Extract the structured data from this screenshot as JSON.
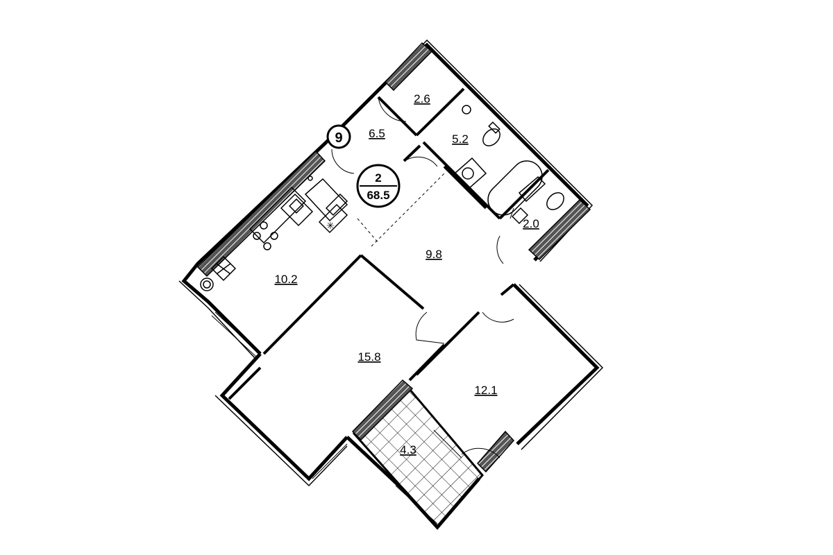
{
  "floor_number": "9",
  "apartment": {
    "rooms": "2",
    "total_area": "68.5"
  },
  "rooms": [
    {
      "id": "storage",
      "area": "2.6"
    },
    {
      "id": "hall",
      "area": "6.5"
    },
    {
      "id": "bathroom",
      "area": "5.2"
    },
    {
      "id": "toilet",
      "area": "2.0"
    },
    {
      "id": "corridor",
      "area": "9.8"
    },
    {
      "id": "kitchen",
      "area": "10.2"
    },
    {
      "id": "living-room",
      "area": "15.8"
    },
    {
      "id": "bedroom",
      "area": "12.1"
    },
    {
      "id": "balcony",
      "area": "4.3"
    }
  ],
  "colors": {
    "wall": "#000000",
    "external-wall-fill": "#666666",
    "background": "#ffffff"
  }
}
